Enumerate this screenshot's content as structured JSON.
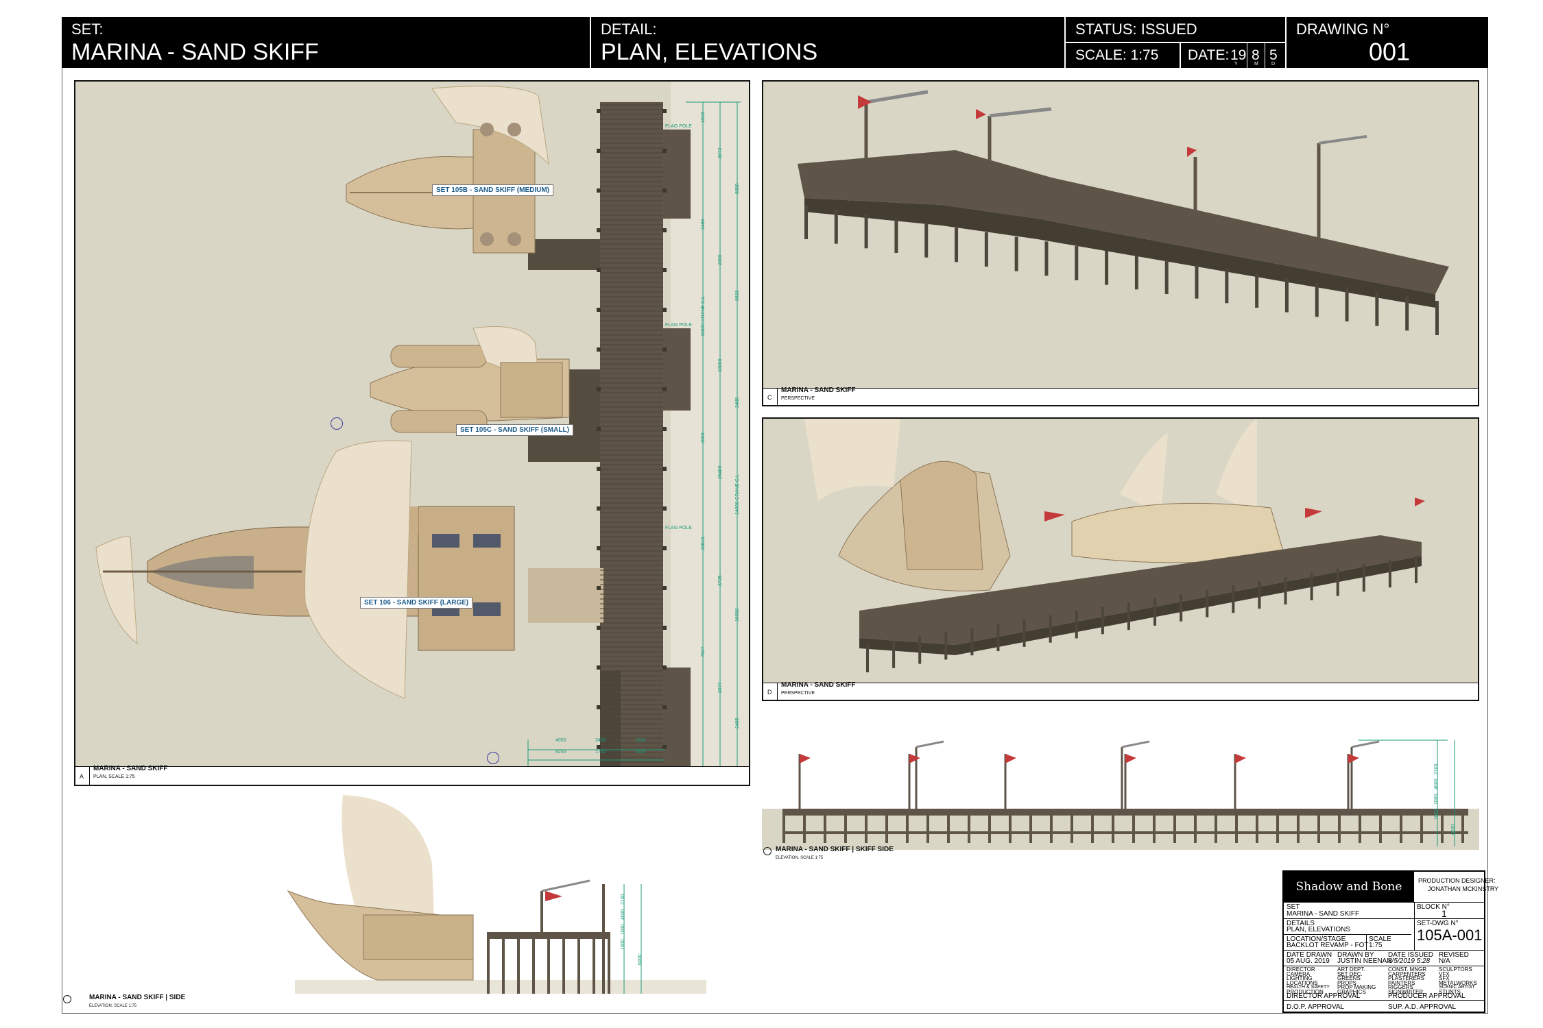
{
  "header": {
    "set_caption": "SET:",
    "set_value": "MARINA - SAND SKIFF",
    "detail_caption": "DETAIL:",
    "detail_value": "PLAN, ELEVATIONS",
    "status": "STATUS: ISSUED",
    "scale": "SCALE: 1:75",
    "date_caption": "DATE:",
    "date_y": "19",
    "date_m": "8",
    "date_d": "5",
    "date_y_label": "Y",
    "date_m_label": "M",
    "date_d_label": "D",
    "drawing_caption": "DRAWING N°",
    "drawing_number": "001"
  },
  "plan": {
    "view_letter": "A",
    "view_title": "MARINA - SAND SKIFF",
    "view_sub": "PLAN, SCALE 1:75",
    "tag_medium": "SET 105B - SAND SKIFF (MEDIUM)",
    "tag_small": "SET 105C - SAND SKIFF (SMALL)",
    "tag_large": "SET 106 - SAND SKIFF (LARGE)",
    "flag_pole_1": "FLAG POLE",
    "flag_pole_2": "FLAG POLE",
    "flag_pole_3": "FLAG POLE",
    "dims_v": [
      "1915",
      "3972",
      "8350",
      "2485",
      "2000",
      "9515",
      "10000 CRANE C.L",
      "10000",
      "2485",
      "2000",
      "28400",
      "14000 CRANE C.L",
      "19515",
      "3725",
      "16050",
      "7627",
      "3977",
      "2485"
    ],
    "dims_h": [
      "4050",
      "3400",
      "1500",
      "8250",
      "1700",
      "1400"
    ]
  },
  "persp_c": {
    "view_letter": "C",
    "view_title": "MARINA - SAND SKIFF",
    "view_sub": "PERSPECTIVE"
  },
  "persp_d": {
    "view_letter": "D",
    "view_title": "MARINA - SAND SKIFF",
    "view_sub": "PERSPECTIVE"
  },
  "elev_right": {
    "view_title": "MARINA - SAND SKIFF | SKIFF SIDE",
    "view_sub": "ELEVATION, SCALE 1:75",
    "dims": [
      "2100",
      "4000",
      "1000",
      "1000",
      "6000"
    ]
  },
  "elev_left": {
    "view_title": "MARINA - SAND SKIFF | SIDE",
    "view_sub": "ELEVATION, SCALE 1:75",
    "dims": [
      "2100",
      "4000",
      "1000",
      "1000",
      "6000"
    ]
  },
  "title_block": {
    "logo": "Shadow and Bone",
    "pd_label": "PRODUCTION DESIGNER:",
    "pd_name": "JONATHAN MCKINSTRY",
    "set_label": "SET",
    "set_value": "MARINA - SAND SKIFF",
    "block_label": "BLOCK N°",
    "block_value": "1",
    "details_label": "DETAILS",
    "details_value": "PLAN, ELEVATIONS",
    "setdwg_label": "SET-DWG N°",
    "setdwg_value": "105A-001",
    "location_label": "LOCATION/STAGE",
    "location_value": "BACKLOT REVAMP - FOT",
    "scale_label": "SCALE",
    "scale_value": "1:75",
    "date_drawn_label": "DATE DRAWN",
    "date_drawn_value": "05 AUG. 2019",
    "drawn_by_label": "DRAWN BY",
    "drawn_by_value": "JUSTIN NEENAN",
    "date_issued_label": "DATE ISSUED",
    "date_issued_value": "8/5/2019 5:28",
    "revised_label": "REVISED",
    "revised_value": "N/A",
    "depts": [
      [
        "DIRECTOR",
        "ART DEPT.",
        "CONST. MNGR",
        "SCULPTORS"
      ],
      [
        "CAMERA",
        "SET DEC.",
        "CARPENTERS",
        "VFX"
      ],
      [
        "LIGHTING",
        "GREENS",
        "PLASTERERS",
        "SFX"
      ],
      [
        "LOCATIONS",
        "PROPS",
        "PAINTERS",
        "METALWORKS"
      ],
      [
        "HEALTH & SAFETY",
        "PROP MAKING",
        "RIGGERS",
        "SCENIC ARTIST"
      ],
      [
        "PRODUCTION",
        "GRAPHICS",
        "SIGNWRITER",
        "STUNTS"
      ]
    ],
    "director_approval": "DIRECTOR APPROVAL",
    "producer_approval": "PRODUCER APPROVAL",
    "dop_approval": "D.O.P. APPROVAL",
    "supad_approval": "SUP. A.D. APPROVAL"
  },
  "colors": {
    "wood_dark": "#5e5548",
    "wood_light": "#d9c6a6",
    "sail": "#ebe0cc",
    "ground": "#dad6c6",
    "dimension": "#1b9a7a",
    "flag": "#c43a3a",
    "tag_fill": "#ffffff",
    "tag_text": "#1b5b8a"
  }
}
